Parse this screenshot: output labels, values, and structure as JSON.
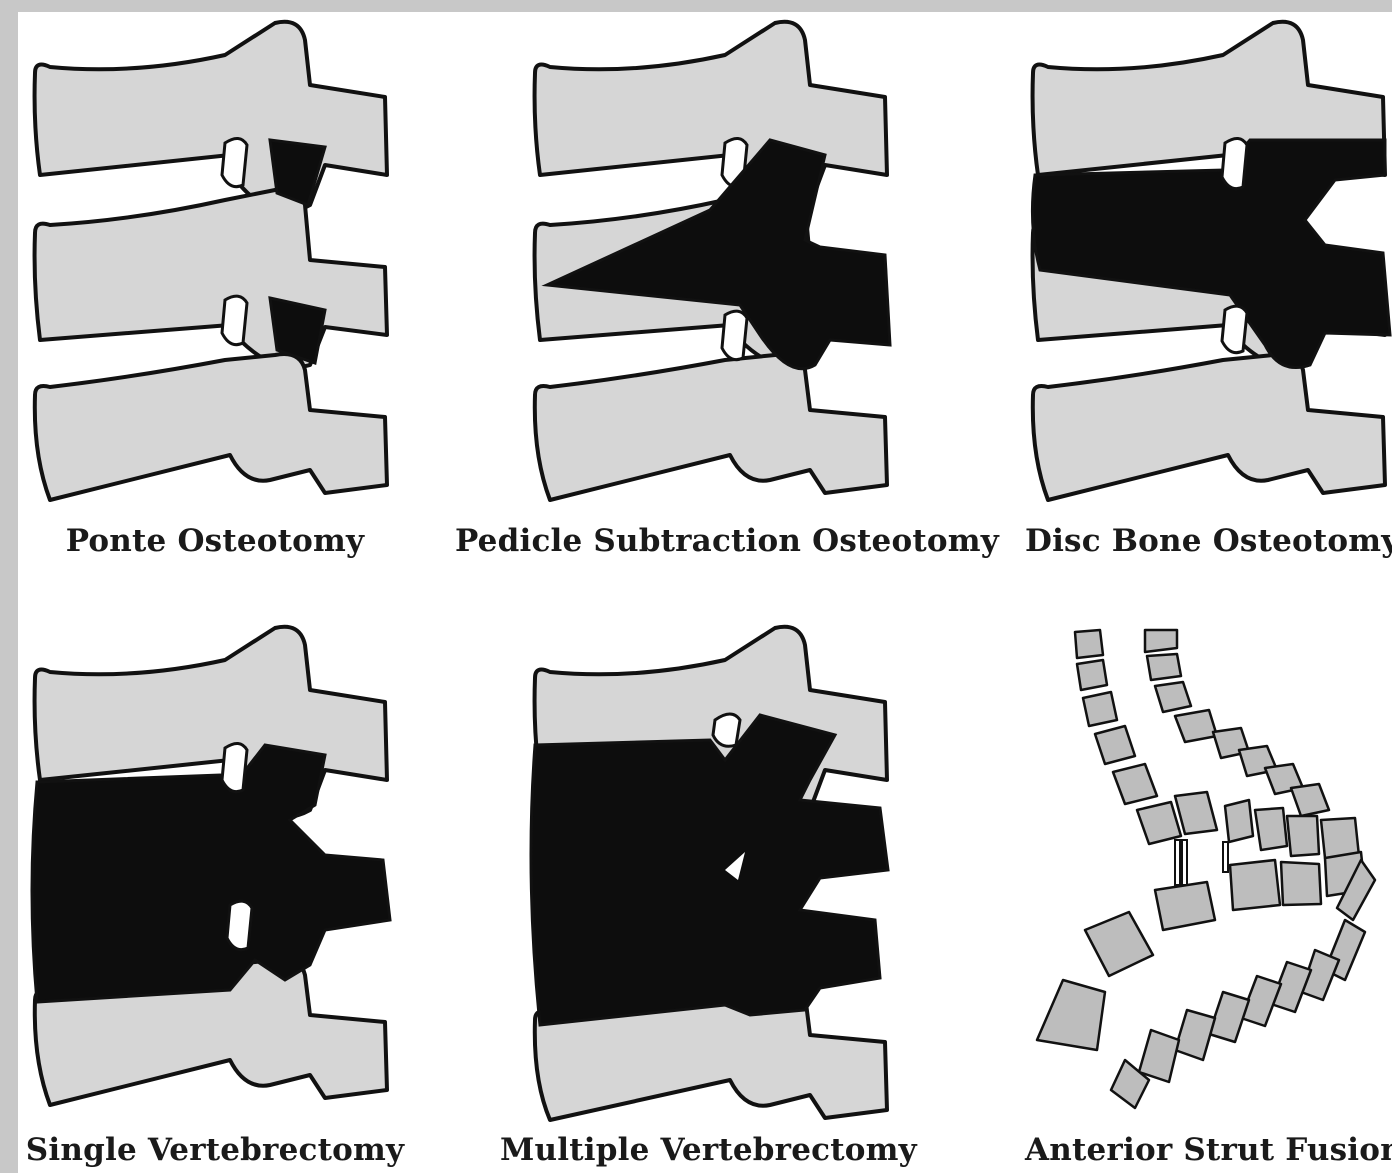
{
  "panels": [
    {
      "caption": "Ponte Osteotomy"
    },
    {
      "caption": "Pedicle Subtraction Osteotomy"
    },
    {
      "caption": "Disc Bone Osteotomy"
    },
    {
      "caption": "Single Vertebrectomy"
    },
    {
      "caption": "Multiple Vertebrectomy"
    },
    {
      "caption": "Anterior Strut Fusion"
    }
  ],
  "colors": {
    "bone": "#d6d6d6",
    "resected": "#0d0d0d",
    "outline": "#111111",
    "frame": "#c8c8c8",
    "strut_bone": "#bdbdbd"
  }
}
